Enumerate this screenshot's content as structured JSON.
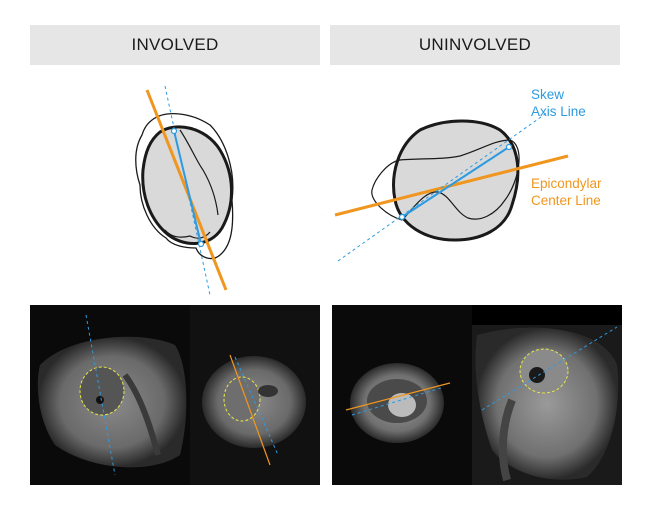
{
  "headers": {
    "involved": "INVOLVED",
    "uninvolved": "UNINVOLVED"
  },
  "legend": {
    "skew_line1": "Skew",
    "skew_line2": "Axis Line",
    "epi_line1": "Epicondylar",
    "epi_line2": "Center Line"
  },
  "colors": {
    "skew_axis": "#2e9be0",
    "epicondylar_center": "#f0961e",
    "bone_fill": "#d9d9d9",
    "header_bg": "#e6e6e6"
  }
}
